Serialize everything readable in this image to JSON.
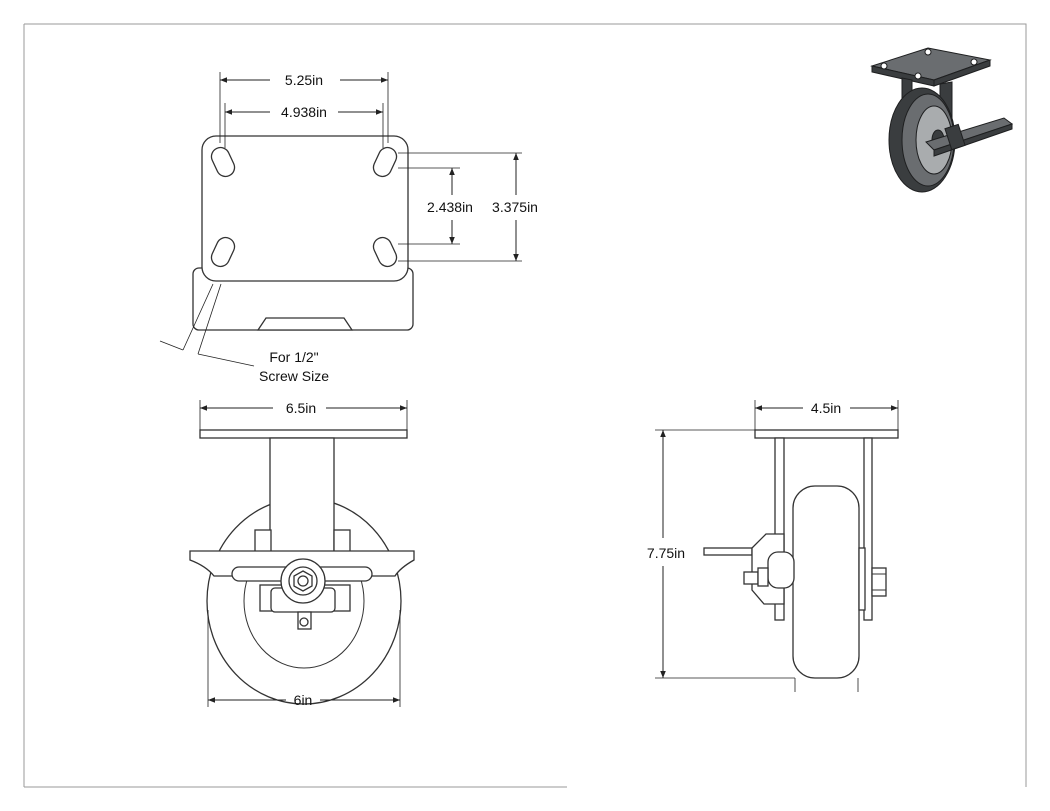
{
  "dimensions": {
    "plate_length": "5.25in",
    "hole_spacing_length": "4.938in",
    "hole_spacing_width": "2.438in",
    "plate_width": "3.375in",
    "screw_note_line1": "For 1/2\"",
    "screw_note_line2": "Screw Size",
    "plate_front_width": "6.5in",
    "wheel_diameter": "6in",
    "plate_side_width": "4.5in",
    "overall_height": "7.75in"
  }
}
